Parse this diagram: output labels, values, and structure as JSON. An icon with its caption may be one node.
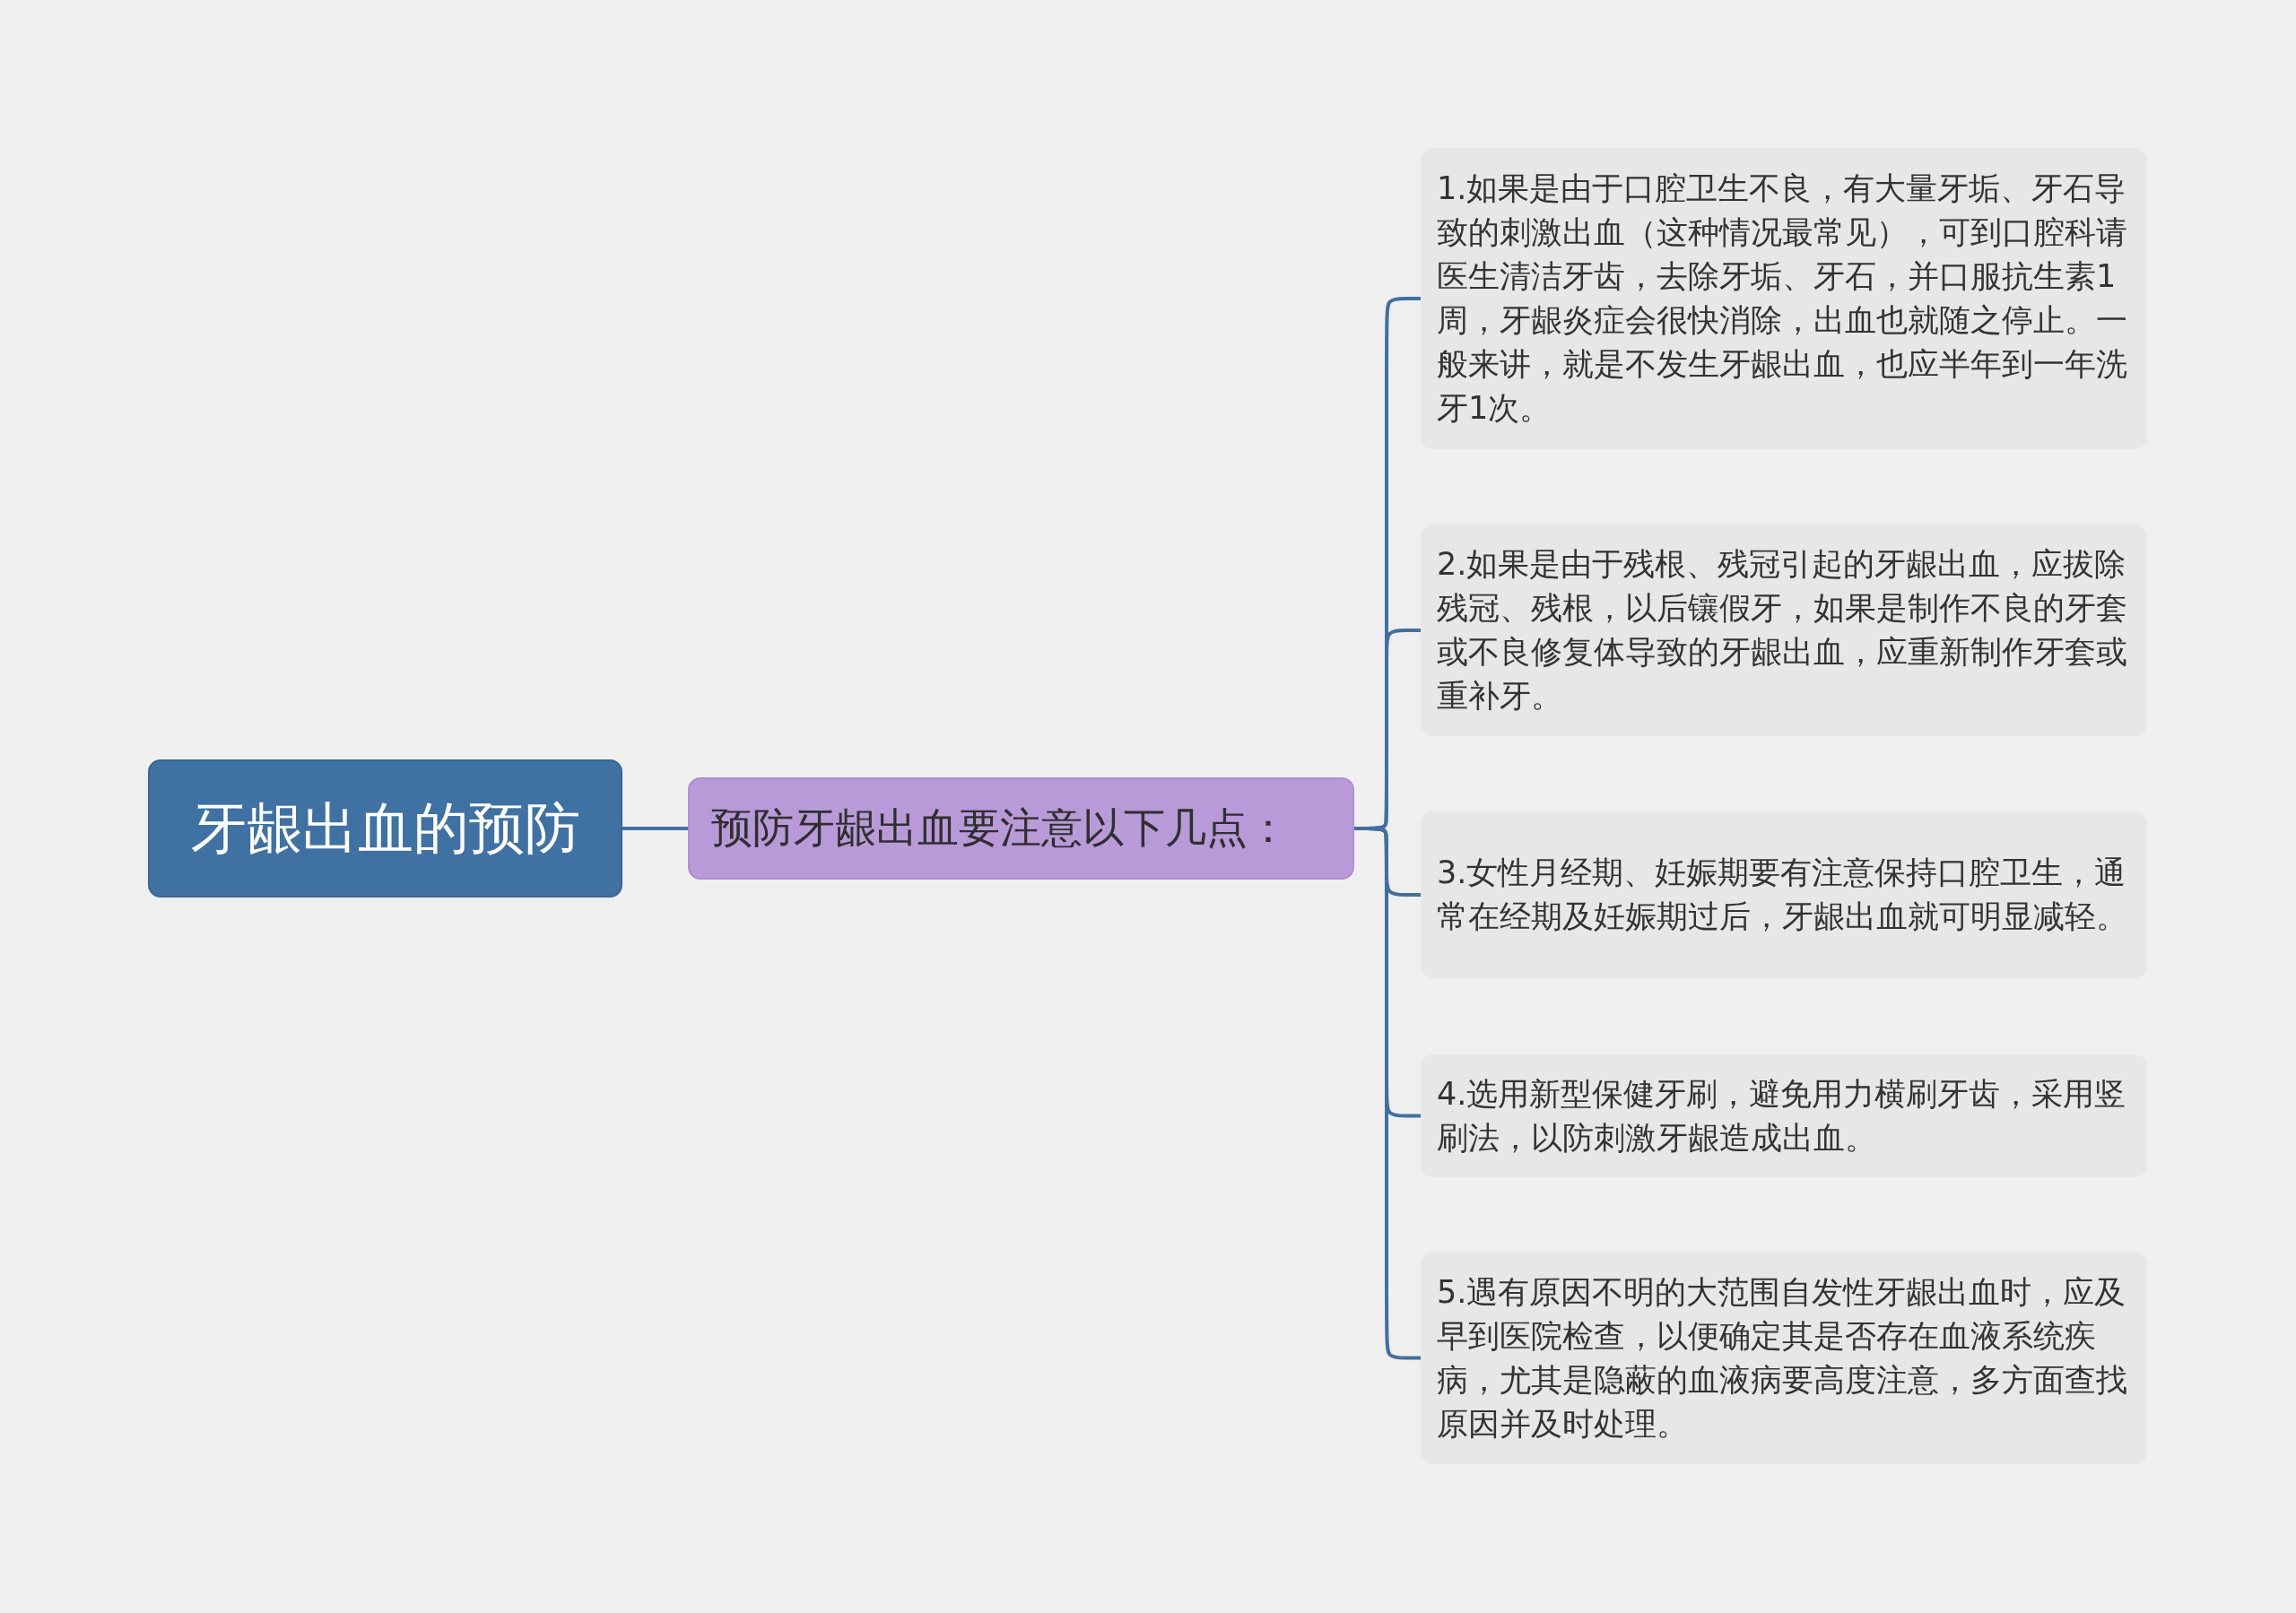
{
  "diagram": {
    "nodes": [
      {
        "text": [
          "牙龈出血的预防"
        ]
      },
      {
        "text": [
          "预防牙龈出血要注意以下几点："
        ]
      },
      {
        "text": [
          "1.如果是由于口腔卫生不良，有大量牙垢、牙石导致的刺激出血（这种情况最常见），可到口腔科请医生清洁牙齿，去除牙垢、牙石，并口服抗生素1周，牙龈炎症会很快消除，出血也就随之停止。一般来讲，就是不发生牙龈出血，也应半年到一年洗牙1次。"
        ]
      },
      {
        "text": [
          "2.如果是由于残根、残冠引起的牙龈出血，应拔除残冠、残根，以后镶假牙，如果是制作不良的牙套或不良修复体导致的牙龈出血，应重新制作牙套或重补牙。"
        ]
      },
      {
        "text": [
          "3.女性月经期、妊娠期要有注意保持口腔卫生，通常在经期及妊娠期过后，牙龈出血就可明显减轻。"
        ]
      },
      {
        "text": [
          "4.选用新型保健牙刷，避免用力横刷牙齿，采用竖刷法，以防刺激牙龈造成出血。"
        ]
      },
      {
        "text": [
          "5.遇有原因不明的大范围自发性牙龈出血时，应及早到医院检查，以便确定其是否存在血液系统疾病，尤其是隐蔽的血液病要高度注意，多方面查找原因并及时处理。"
        ]
      }
    ],
    "edges": [
      {
        "from": 0,
        "to": 1,
        "arrow": "none"
      },
      {
        "from": 1,
        "to": 2,
        "arrow": "none"
      },
      {
        "from": 1,
        "to": 3,
        "arrow": "none"
      },
      {
        "from": 1,
        "to": 4,
        "arrow": "none"
      },
      {
        "from": 1,
        "to": 5,
        "arrow": "none"
      },
      {
        "from": 1,
        "to": 6,
        "arrow": "none"
      }
    ]
  }
}
